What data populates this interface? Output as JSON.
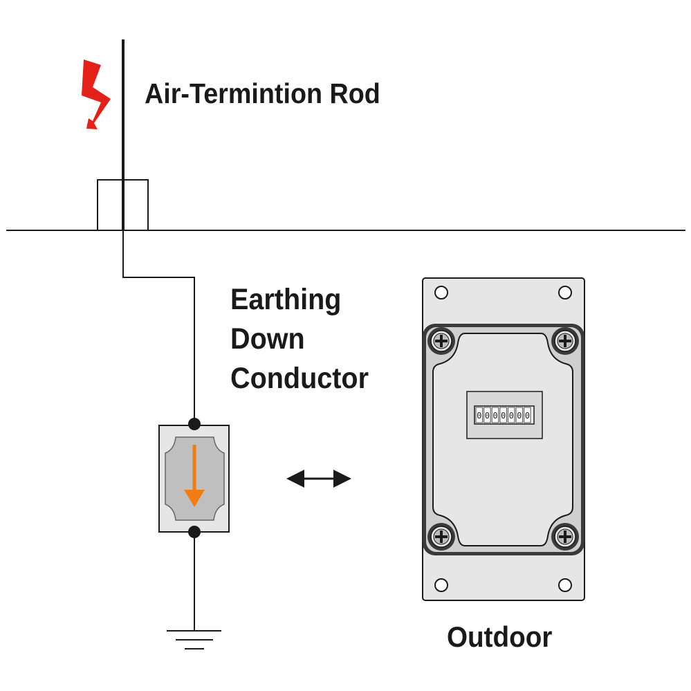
{
  "labels": {
    "air_termination_rod": "Air-Termintion Rod",
    "earthing_down_conductor": [
      "Earthing",
      "Down",
      "Conductor"
    ],
    "outdoor": "Outdoor"
  },
  "counter": {
    "digits": [
      "0",
      "0",
      "0",
      "0",
      "0",
      "0",
      "0"
    ]
  },
  "icons": {
    "lightning": "lightning-bolt-icon",
    "surge_arrow": "down-arrow-icon",
    "double_arrow": "double-arrow-icon",
    "ground": "ground-symbol-icon",
    "screw": "phillips-screw-icon"
  },
  "colors": {
    "lightning": "#e32119",
    "surge_arrow": "#f07c12",
    "line": "#1a1a1a",
    "enclosure_fill": "#e6e6e6",
    "enclosure_dark": "#3a3a3a",
    "counter_panel": "#d9d9d9"
  }
}
